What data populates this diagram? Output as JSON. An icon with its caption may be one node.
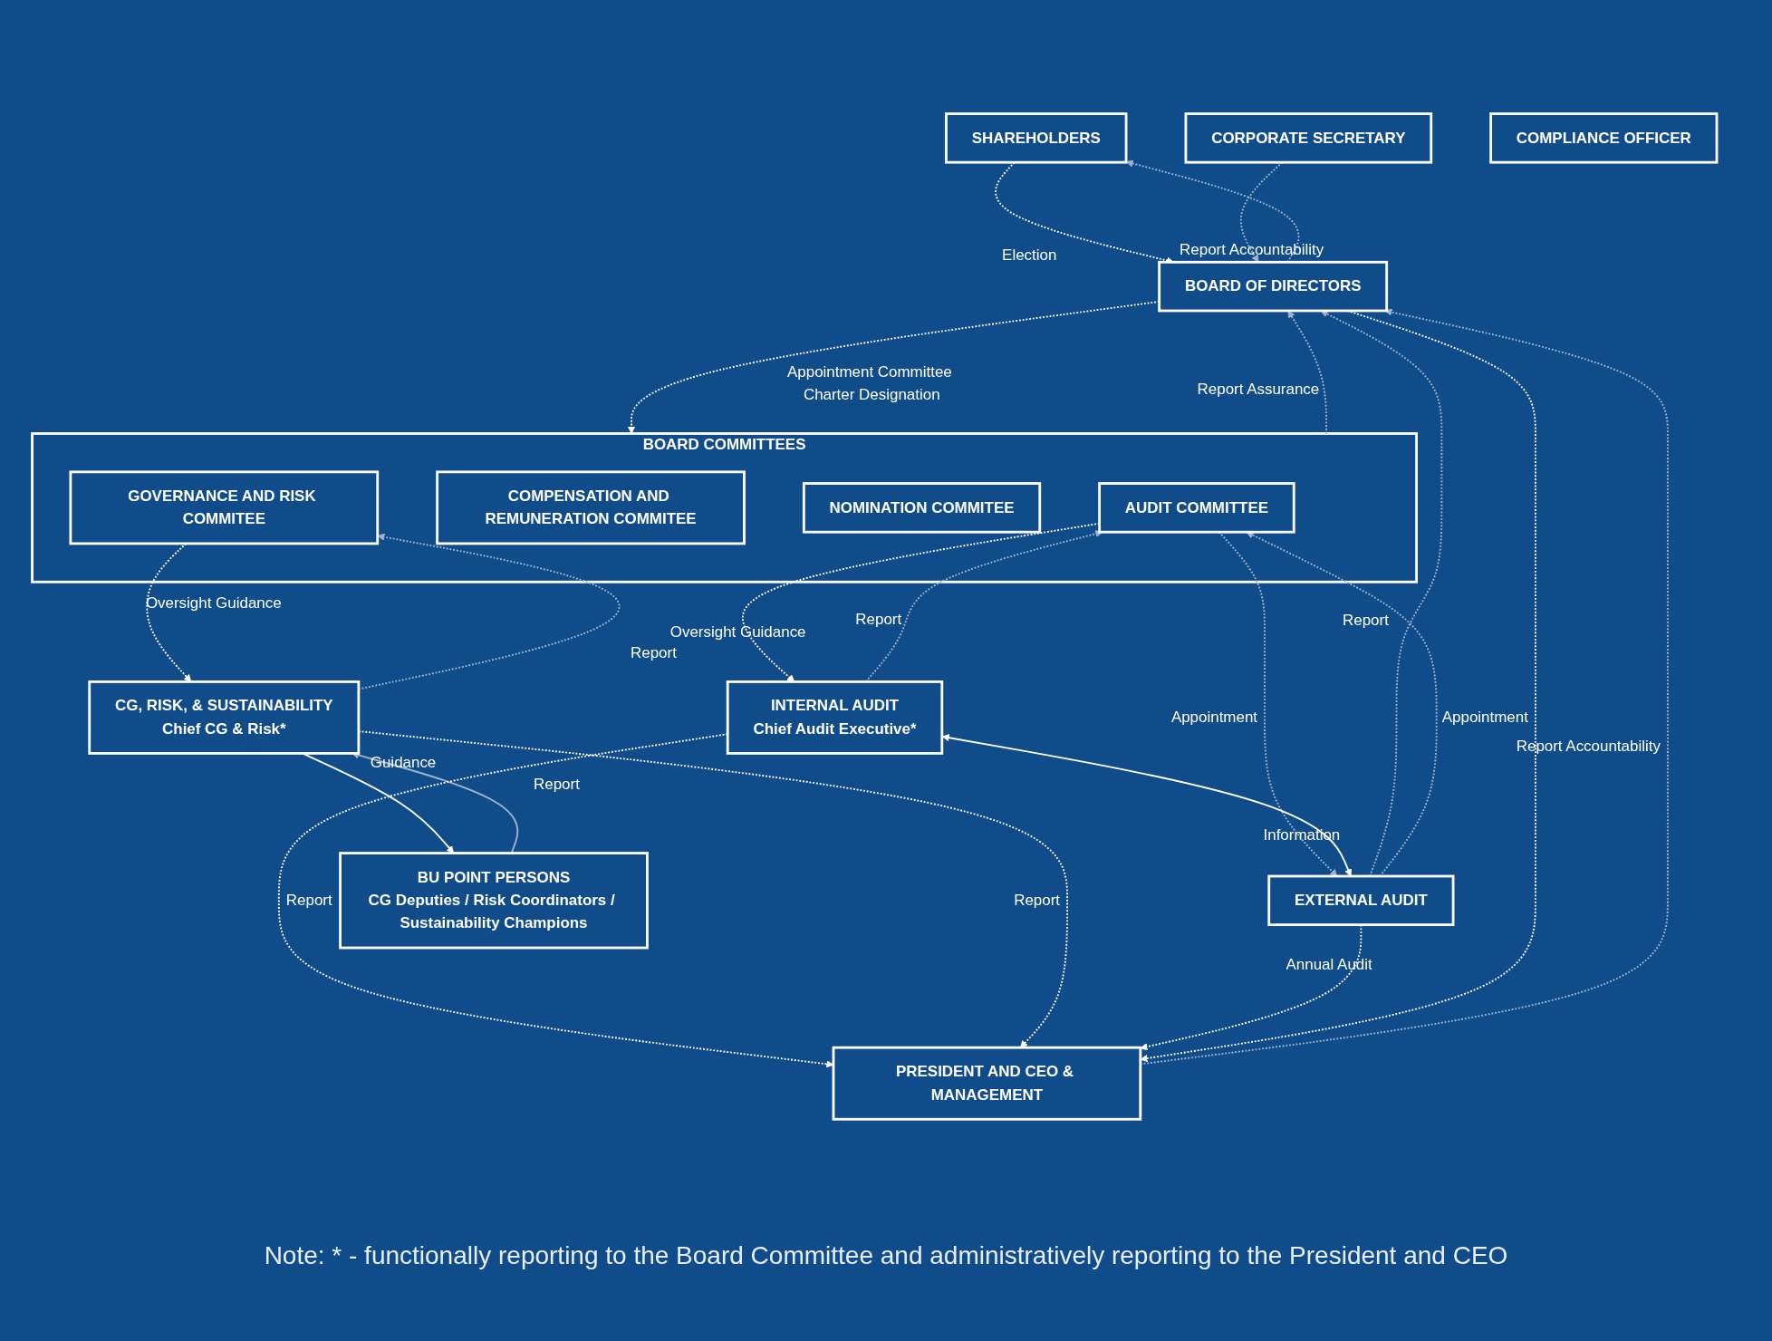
{
  "diagram": {
    "nodes": [
      {
        "text": [
          "SHAREHOLDERS"
        ]
      },
      {
        "text": [
          "BOARD OF DIRECTORS"
        ]
      },
      {
        "text": [
          "CORPORATE SECRETARY"
        ]
      },
      {
        "text": [
          "COMPLIANCE OFFICER"
        ]
      },
      {
        "text": [
          "BOARD COMMITTEES"
        ]
      },
      {
        "text": [
          "AUDIT COMMITTEE"
        ],
        "in": 4
      },
      {
        "text": [
          "COMPENSATION AND REMUNERATION COMMITEE"
        ],
        "in": 4
      },
      {
        "text": [
          "NOMINATION COMMITEE"
        ],
        "in": 4
      },
      {
        "text": [
          "GOVERNANCE AND RISK COMMITEE"
        ],
        "in": 4
      },
      {
        "text": [
          "INTERNAL AUDIT",
          "Chief Audit Executive*"
        ]
      },
      {
        "text": [
          "EXTERNAL AUDIT"
        ]
      },
      {
        "text": [
          "CG, RISK, & SUSTAINABILITY",
          "Chief CG & Risk*"
        ]
      },
      {
        "text": [
          "BU POINT PERSONS",
          "CG Deputies / Risk Coordinators / Sustainability Champions"
        ]
      },
      {
        "text": [
          "PRESIDENT AND CEO & MANAGEMENT"
        ]
      }
    ],
    "edges": [
      {
        "from": 0,
        "to": 1,
        "arrow": "to",
        "label": "Election",
        "style": "dashed"
      },
      {
        "from": 1,
        "to": 0,
        "arrow": "to",
        "label": "Report Accountability",
        "style": "dashed",
        "color": "#9fb4cf"
      },
      {
        "from": 1,
        "to": 4,
        "arrow": "to",
        "label": "Appointment Committee Charter Designation",
        "style": "dashed"
      },
      {
        "from": 4,
        "to": 1,
        "arrow": "to",
        "label": "Report Assurance",
        "style": "dashed",
        "color": "#9fb4cf"
      },
      {
        "from": 2,
        "to": 1,
        "arrow": "to",
        "style": "dashed",
        "color": "#9fb4cf"
      },
      {
        "from": 10,
        "to": 1,
        "arrow": "to",
        "label": "Report",
        "style": "dashed",
        "color": "#9fb4cf"
      },
      {
        "from": 10,
        "to": 5,
        "arrow": "to",
        "style": "dashed",
        "color": "#9fb4cf"
      },
      {
        "from": 5,
        "to": 10,
        "arrow": "to",
        "label": "Appointment",
        "style": "dashed",
        "color": "#9fb4cf"
      },
      {
        "from": 5,
        "to": 9,
        "arrow": "to",
        "label": "Oversight Guidance",
        "style": "dashed"
      },
      {
        "from": 9,
        "to": 5,
        "arrow": "to",
        "label": "Report",
        "style": "dashed",
        "color": "#9fb4cf"
      },
      {
        "from": 9,
        "to": 10,
        "arrow": "both",
        "label": "Information"
      },
      {
        "from": 8,
        "to": 11,
        "arrow": "to",
        "label": "Oversight Guidance",
        "style": "dashed"
      },
      {
        "from": 11,
        "to": 8,
        "arrow": "to",
        "label": "Report",
        "style": "dashed",
        "color": "#9fb4cf"
      },
      {
        "from": 11,
        "to": 12,
        "arrow": "to",
        "label": "Guidance"
      },
      {
        "from": 12,
        "to": 11,
        "arrow": "to",
        "label": "Report",
        "color": "#9fb4cf"
      },
      {
        "from": 9,
        "to": 13,
        "arrow": "to",
        "label": "Report",
        "style": "dashed"
      },
      {
        "from": 11,
        "to": 13,
        "arrow": "to",
        "label": "Report",
        "style": "dashed"
      },
      {
        "from": 10,
        "to": 13,
        "arrow": "to",
        "label": "Annual Audit",
        "style": "dashed"
      },
      {
        "from": 1,
        "to": 13,
        "arrow": "to",
        "label": "Appointment",
        "style": "dashed"
      },
      {
        "from": 13,
        "to": 1,
        "arrow": "to",
        "label": "Report Accountability",
        "style": "dashed",
        "color": "#9fb4cf"
      }
    ],
    "labels": [
      "Note: * - functionally reporting to the Board Committee and administratively reporting to the President and CEO"
    ]
  }
}
